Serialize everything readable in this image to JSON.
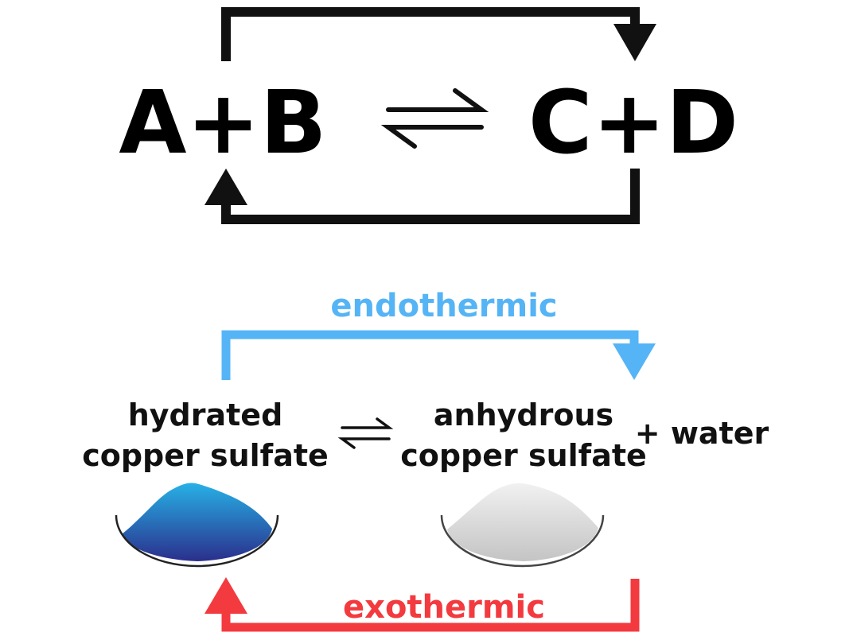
{
  "general": {
    "reactants": "A+B",
    "products": "C+D",
    "equilibrium_symbol": "⇌"
  },
  "example": {
    "endothermic_label": "endothermic",
    "exothermic_label": "exothermic",
    "reactant_line1": "hydrated",
    "reactant_line2": "copper sulfate",
    "product_line1": "anhydrous",
    "product_line2": "copper sulfate",
    "byproduct": "+ water",
    "equilibrium_symbol": "⇌"
  },
  "colors": {
    "general_arrows": "#111111",
    "endothermic": "#55b4f5",
    "exothermic": "#f33a3f",
    "hydrated_powder_top": "#27b1e6",
    "hydrated_powder_bottom": "#2a2f8c",
    "anhydrous_powder_top": "#eeeeee",
    "anhydrous_powder_bottom": "#c9c9c9"
  }
}
